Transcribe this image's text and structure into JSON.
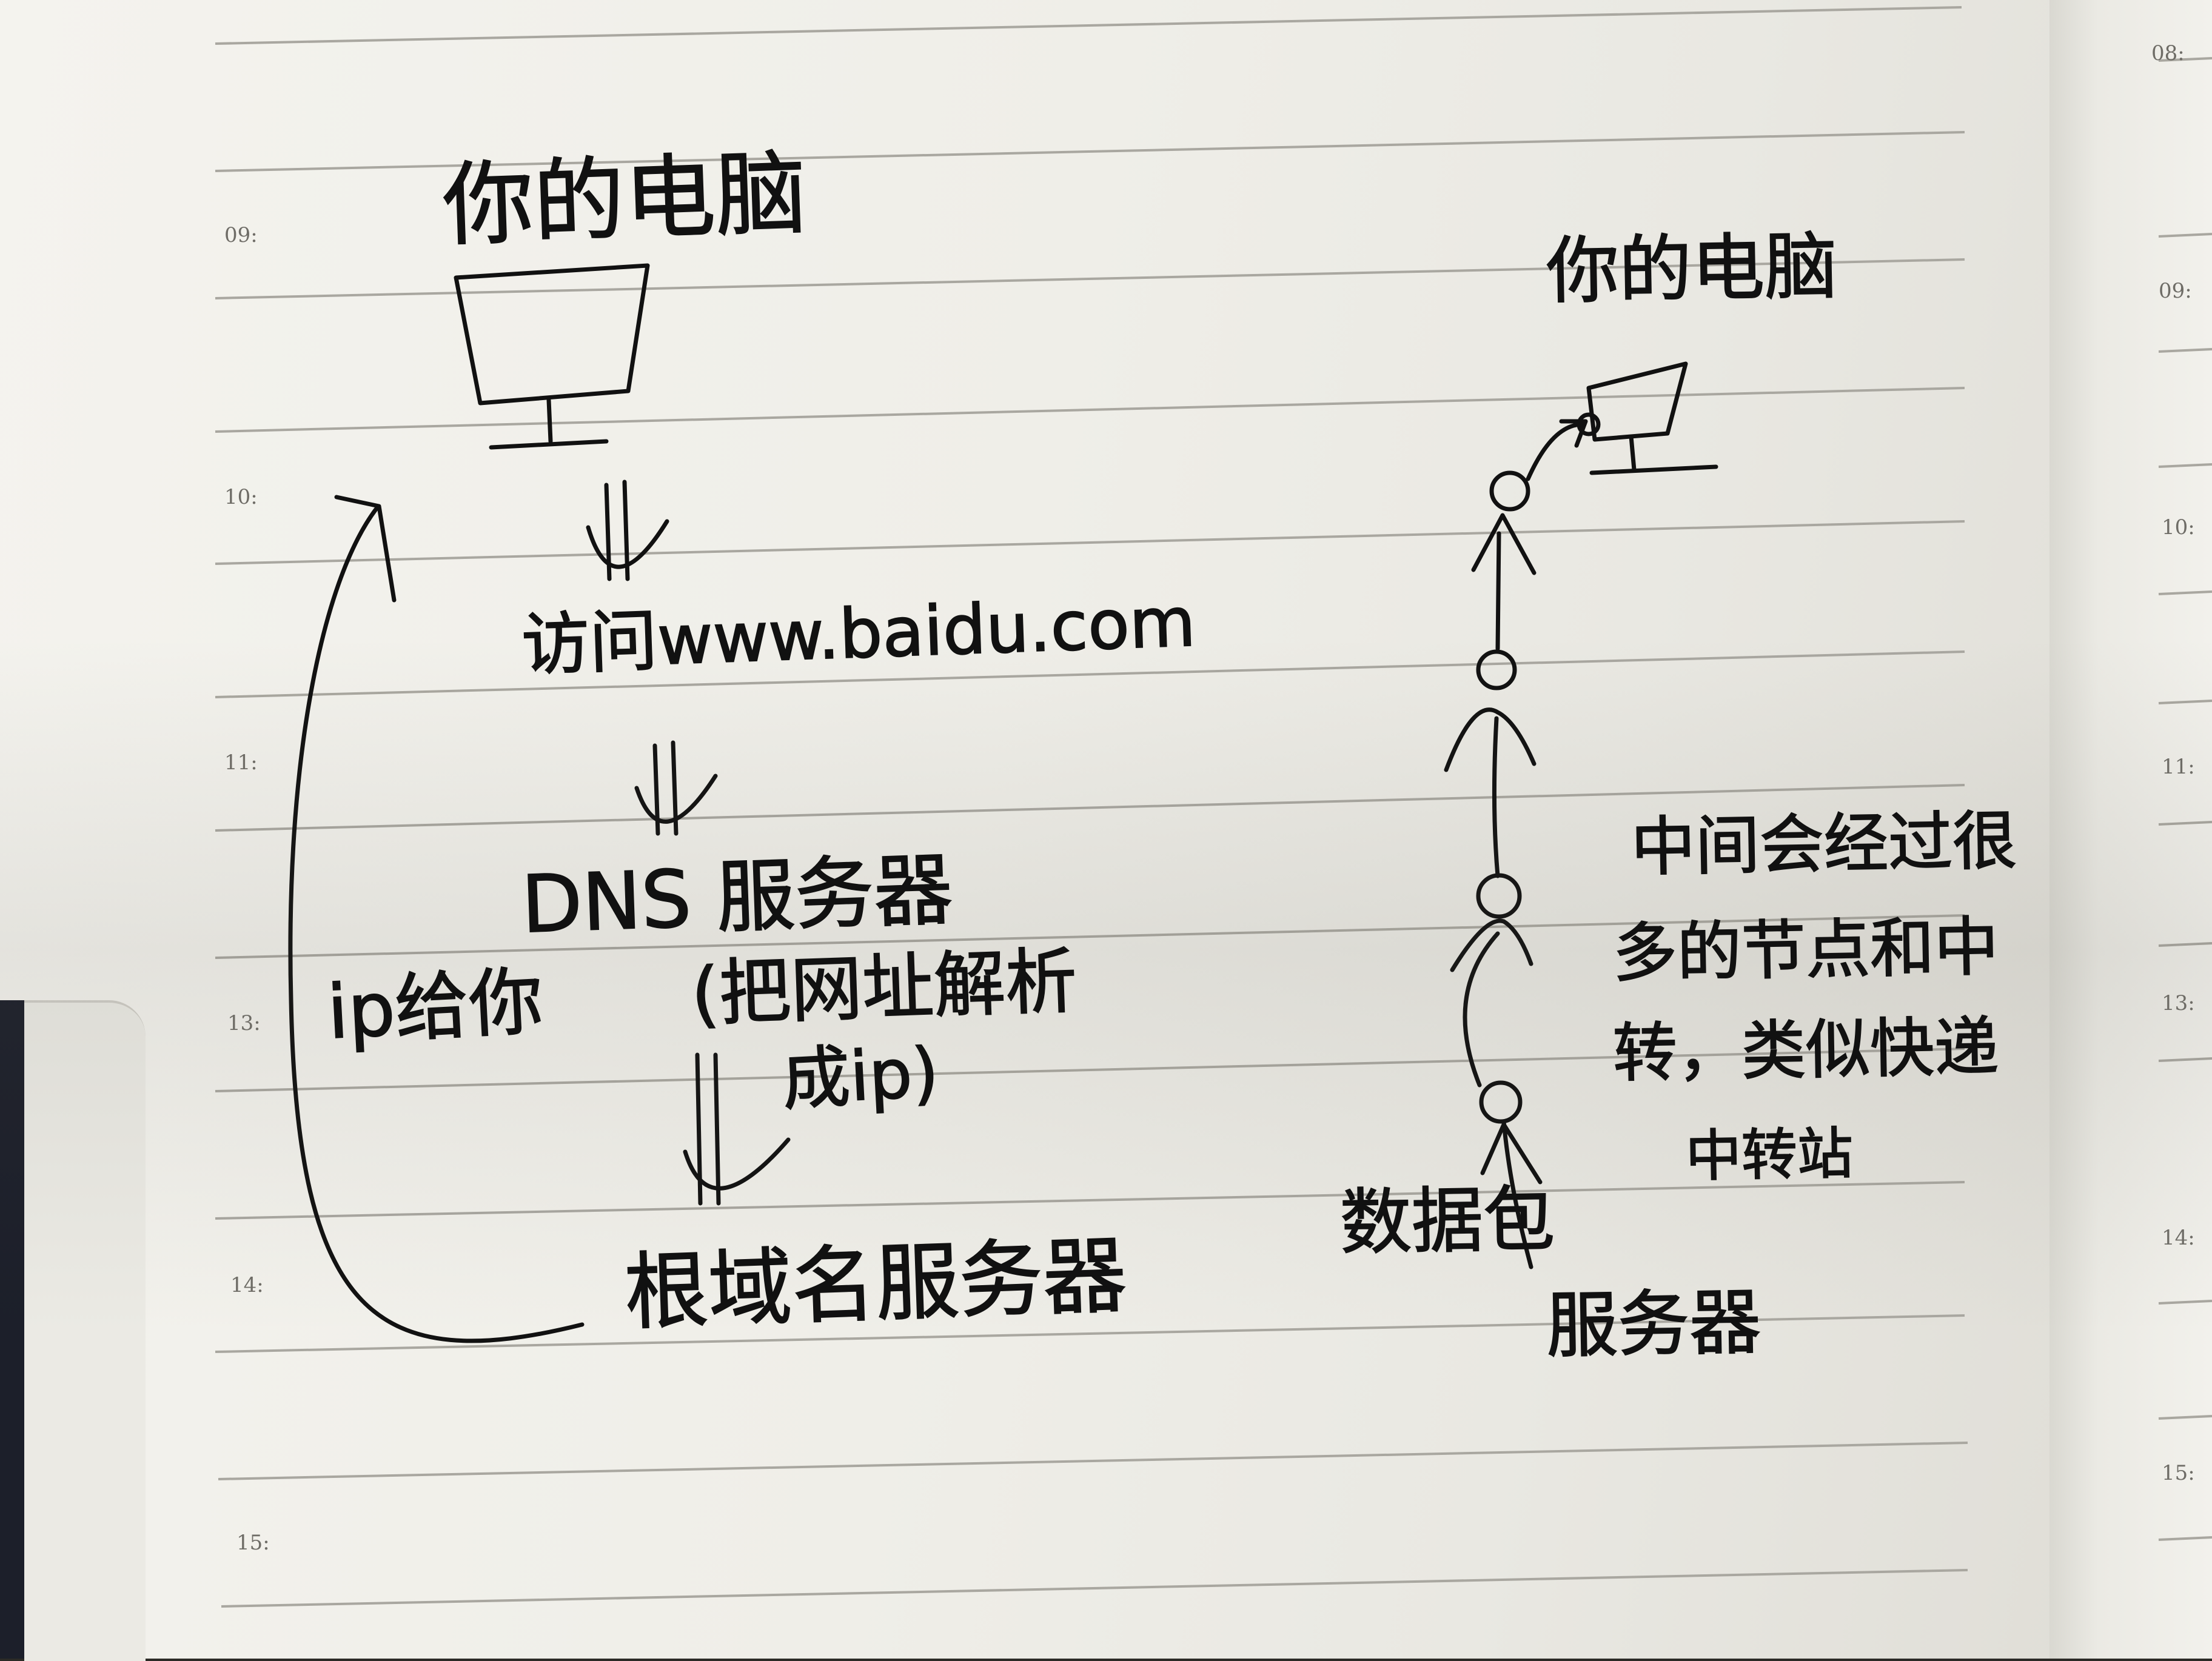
{
  "left_flow": {
    "title": "你的电脑",
    "step_visit": "访问www.baidu.com",
    "dns_server": "DNS 服务器",
    "dns_note_line1": "(把网址解析",
    "dns_note_line2": "成ip)",
    "root_server": "根域名服务器",
    "return_label": "ip给你"
  },
  "right_flow": {
    "title": "你的电脑",
    "note_line1": "中间会经过很",
    "note_line2": "多的节点和中",
    "note_line3": "转，类似快递",
    "note_line4": "中转站",
    "packet": "数据包",
    "server": "服务器"
  },
  "time_marks_left": [
    "09:",
    "10:",
    "11:",
    "13:",
    "14:",
    "15:"
  ],
  "time_marks_right": [
    "08:",
    "09:",
    "10:",
    "11:",
    "13:",
    "14:",
    "15:"
  ],
  "colors": {
    "ink": "#111111",
    "paper": "#f0efe9",
    "rule_line": "#a9a7a0"
  }
}
